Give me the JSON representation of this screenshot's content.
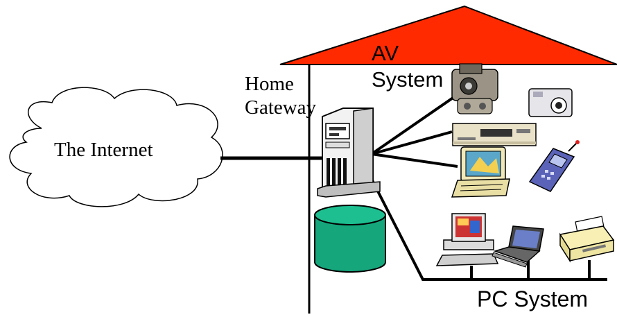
{
  "diagram": {
    "internet_label": "The Internet",
    "gateway_label_line1": "Home",
    "gateway_label_line2": "Gateway",
    "av_label_line1": "AV",
    "av_label_line2": "System",
    "pc_label": "PC System"
  },
  "colors": {
    "roof": "#ff2a00",
    "storage": "#15a67c",
    "lines": "#000000"
  },
  "icons": [
    "cloud-icon",
    "server-tower-icon",
    "database-cylinder-icon",
    "camcorder-icon",
    "digital-camera-icon",
    "vcr-icon",
    "tv-monitor-icon",
    "mobile-phone-icon",
    "desktop-pc-icon",
    "laptop-icon",
    "printer-icon"
  ]
}
